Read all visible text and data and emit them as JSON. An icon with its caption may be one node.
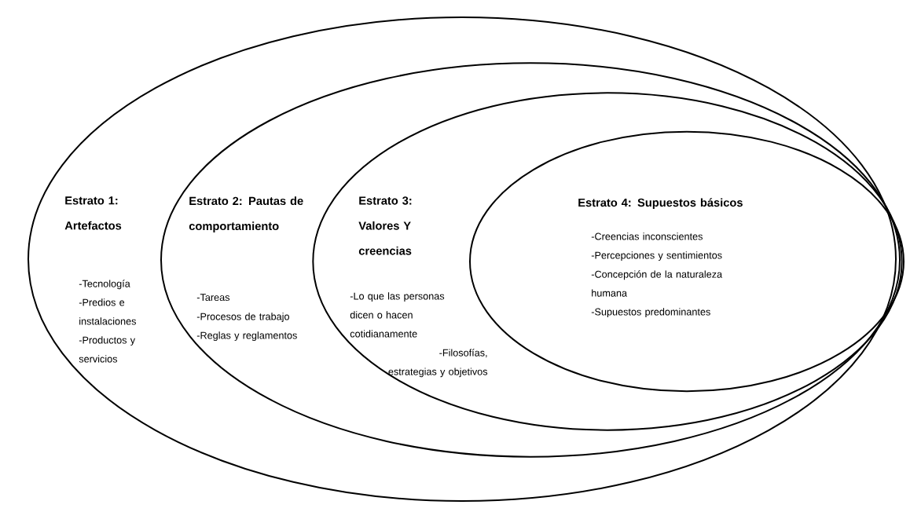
{
  "diagram": {
    "nodes": [
      {
        "text": [
          "Estrato 1: Artefactos",
          "-Tecnología",
          "-Predios e instalaciones",
          "-Productos y servicios"
        ]
      },
      {
        "text": [
          "Estrato 2: Pautas de comportamiento",
          "-Tareas",
          "-Procesos de trabajo",
          "-Reglas y reglamentos"
        ],
        "in": 0
      },
      {
        "text": [
          "Estrato 3: Valores Y creencias",
          "-Lo que las personas dicen o hacen cotidianamente",
          "-Filosofías, estrategias y objetivos"
        ],
        "in": 1
      },
      {
        "text": [
          "Estrato 4: Supuestos básicos",
          "-Creencias inconscientes",
          "-Percepciones y sentimientos",
          "-Concepción de la naturaleza humana",
          "-Supuestos predominantes"
        ],
        "in": 2
      }
    ]
  }
}
